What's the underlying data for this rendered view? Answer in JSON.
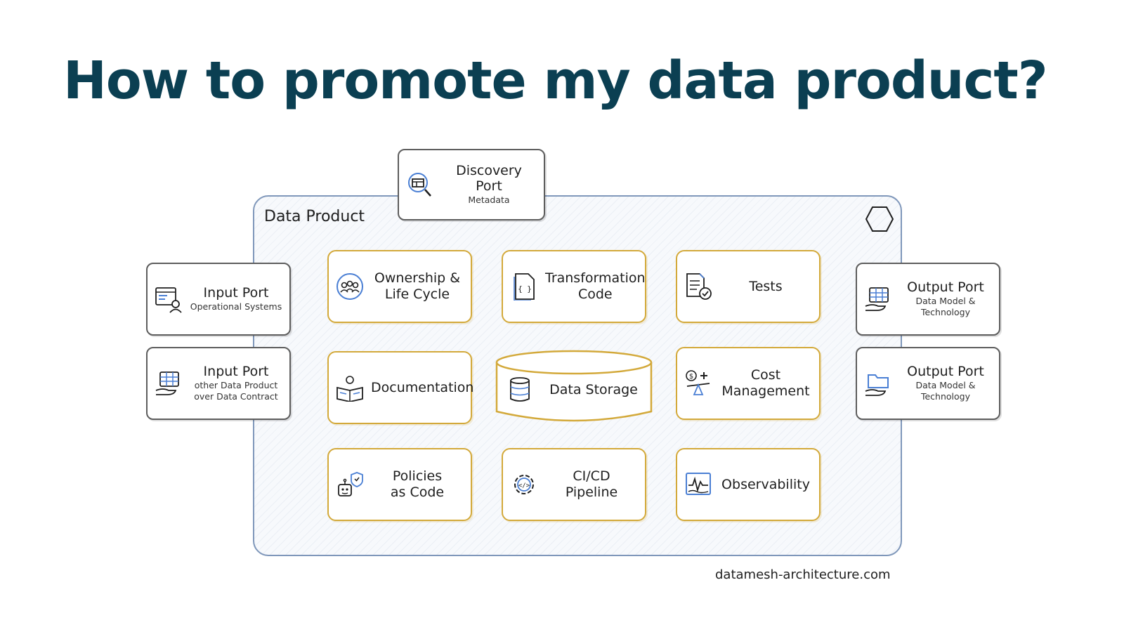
{
  "title": "How to promote my data product?",
  "data_product_label": "Data Product",
  "discovery_port": {
    "title": "Discovery Port",
    "subtitle": "Metadata"
  },
  "input_ports": [
    {
      "title": "Input Port",
      "subtitle": "Operational Systems"
    },
    {
      "title": "Input Port",
      "subtitle_line1": "other Data Product",
      "subtitle_line2": "over Data Contract"
    }
  ],
  "output_ports": [
    {
      "title": "Output Port",
      "subtitle": "Data Model & Technology"
    },
    {
      "title": "Output Port",
      "subtitle": "Data Model & Technology"
    }
  ],
  "components": {
    "ownership": {
      "line1": "Ownership &",
      "line2": "Life Cycle"
    },
    "transformation": {
      "line1": "Transformation",
      "line2": "Code"
    },
    "tests": "Tests",
    "documentation": "Documentation",
    "data_storage": "Data Storage",
    "cost": {
      "line1": "Cost",
      "line2": "Management"
    },
    "policies": {
      "line1": "Policies",
      "line2": "as Code"
    },
    "cicd": "CI/CD Pipeline",
    "observability": "Observability"
  },
  "footer": "datamesh-architecture.com",
  "colors": {
    "title": "#0b3f52",
    "frame": "#7f97ba",
    "component_border": "#d3a93a",
    "port_border": "#5d5d5d",
    "icon_accent": "#4a7fd4"
  }
}
